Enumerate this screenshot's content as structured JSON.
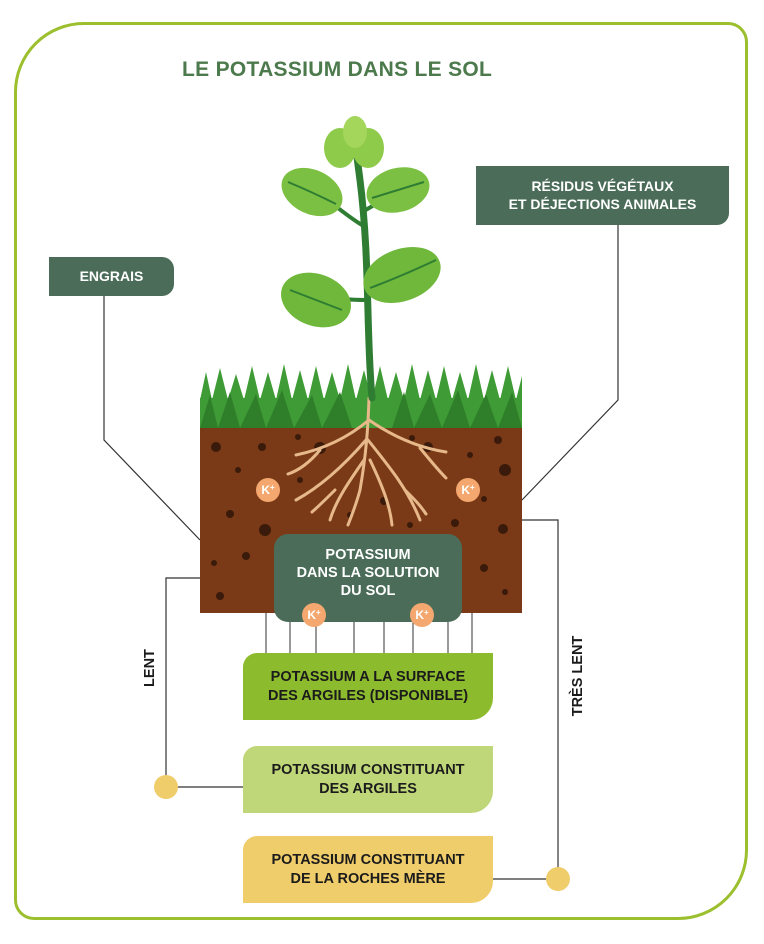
{
  "title": "LE POTASSIUM DANS LE SOL",
  "labels": {
    "engrais": "ENGRAIS",
    "residus": "RÉSIDUS VÉGÉTAUX\nET DÉJECTIONS ANIMALES",
    "solution": "POTASSIUM\nDANS LA SOLUTION\nDU SOL",
    "surface": "POTASSIUM A LA SURFACE\nDES ARGILES (DISPONIBLE)",
    "argiles": "POTASSIUM CONSTITUANT\nDES ARGILES",
    "roche": "POTASSIUM CONSTITUANT\nDE LA ROCHES MÈRE",
    "lent": "LENT",
    "tres_lent": "TRÈS LENT"
  },
  "ion_symbol": "K",
  "ion_charge": "+",
  "colors": {
    "frame": "#9cbf2e",
    "dark_box": "#4a6c59",
    "surface_layer": "#8dbb2e",
    "argiles_layer": "#bfd779",
    "roche_layer": "#f0cd6b",
    "soil": "#7a3a17",
    "grass": "#3f9b35",
    "ion": "#f4a870"
  }
}
